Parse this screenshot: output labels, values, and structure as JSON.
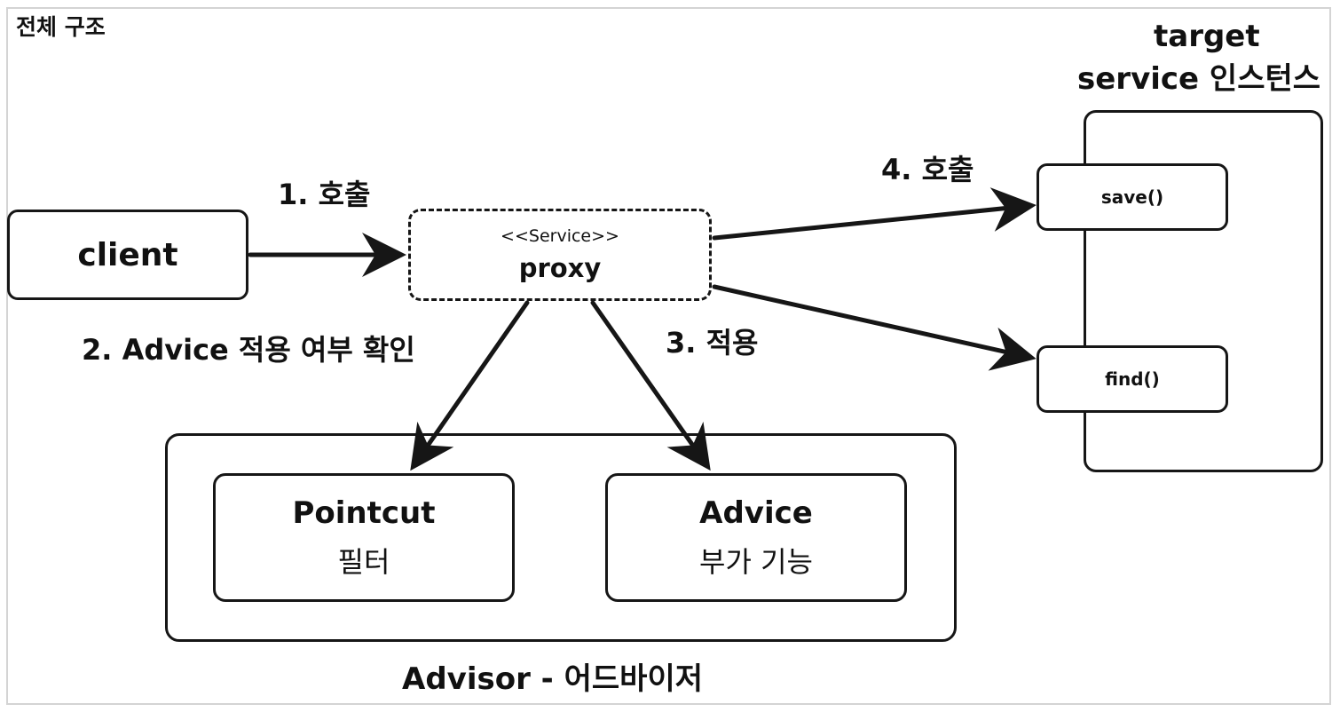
{
  "colors": {
    "stroke": "#161616",
    "frame": "#d4d4d4",
    "background": "#ffffff"
  },
  "title": "전체 구조",
  "target": {
    "line1": "target",
    "line2": "service 인스턴스",
    "methods": [
      "save()",
      "find()"
    ]
  },
  "client": {
    "label": "client"
  },
  "proxy": {
    "stereotype": "<<Service>>",
    "label": "proxy"
  },
  "steps": {
    "call1": "1. 호출",
    "check2": "2. Advice 적용 여부 확인",
    "apply3": "3. 적용",
    "call4": "4. 호출"
  },
  "advisor": {
    "label": "Advisor - 어드바이저",
    "pointcut": {
      "title": "Pointcut",
      "desc": "필터"
    },
    "advice": {
      "title": "Advice",
      "desc": "부가 기능"
    }
  }
}
